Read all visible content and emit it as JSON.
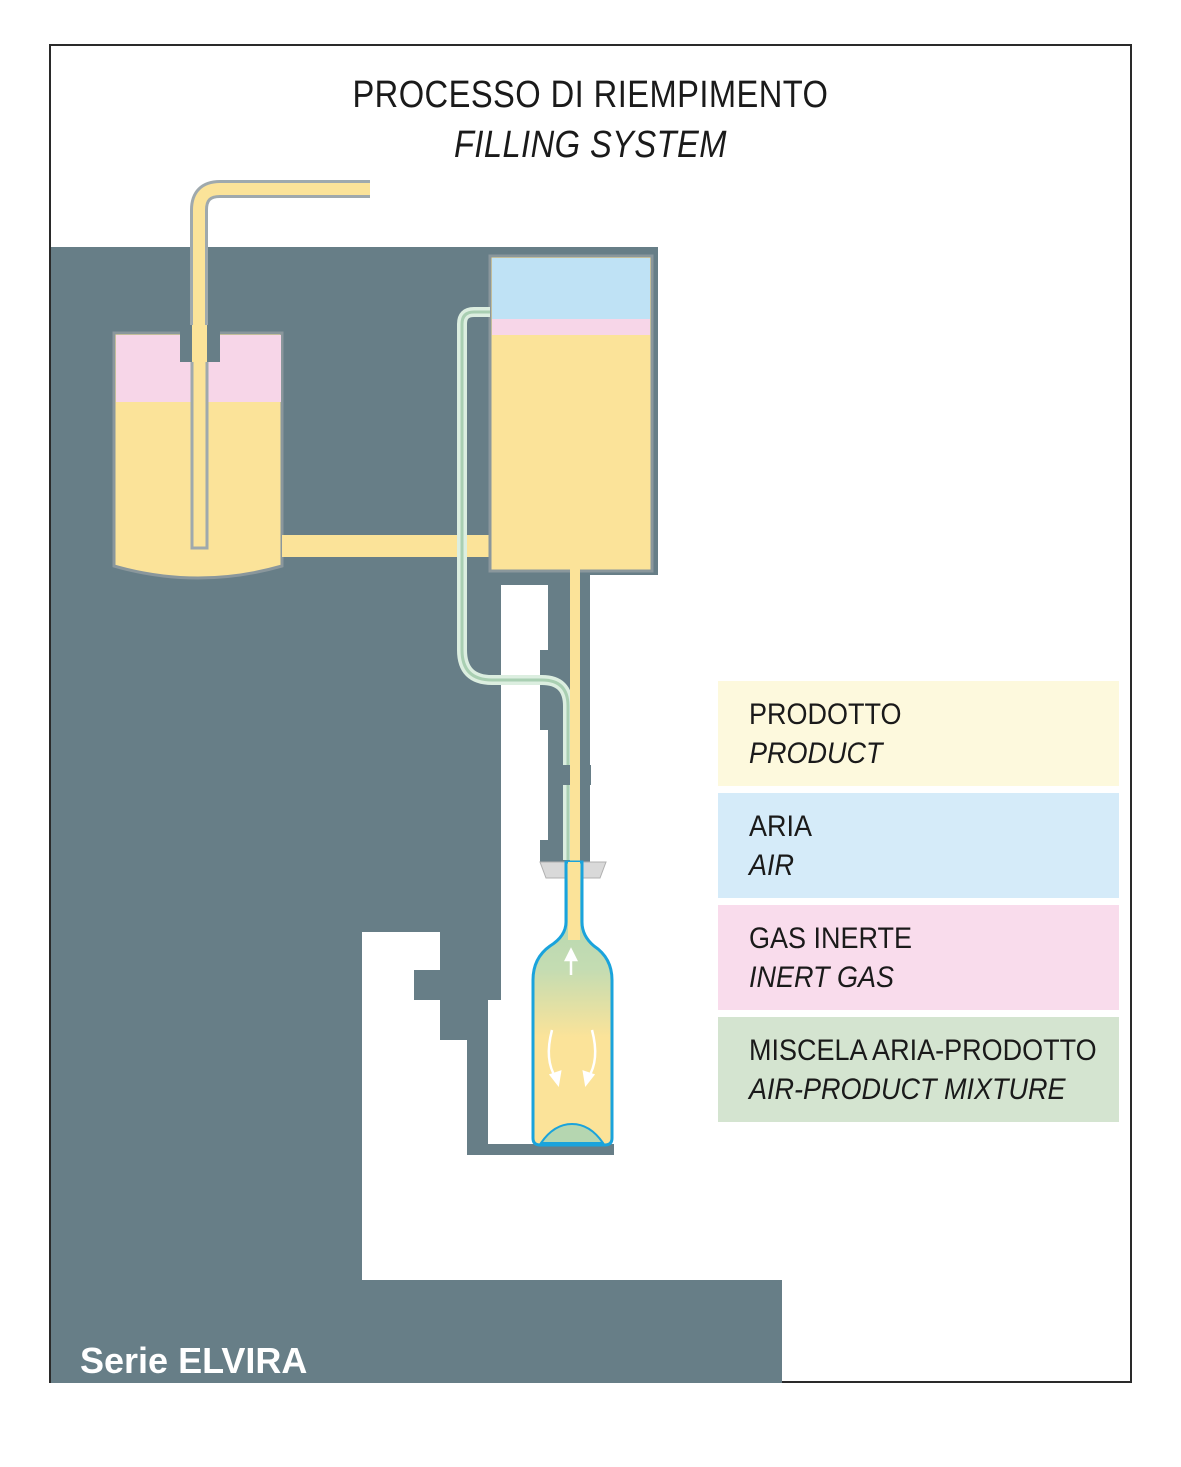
{
  "title": {
    "italian": "PROCESSO DI RIEMPIMENTO",
    "english": "FILLING SYSTEM"
  },
  "legend": [
    {
      "italian": "PRODOTTO",
      "english": "PRODUCT",
      "color": "#fdf9dd"
    },
    {
      "italian": "ARIA",
      "english": "AIR",
      "color": "#d5ebf9"
    },
    {
      "italian": "GAS INERTE",
      "english": "INERT GAS",
      "color": "#f9dcec"
    },
    {
      "italian": "MISCELA ARIA-PRODOTTO",
      "english": "AIR-PRODUCT MIXTURE",
      "color": "#d4e4d0"
    }
  ],
  "series_label": "Serie ELVIRA",
  "colors": {
    "machine": "#677e87",
    "product": "#fbe399",
    "air": "#bfe2f5",
    "inert_gas": "#f7d6e8",
    "mixture": "#b7d7b1",
    "bottle_outline": "#1aa3dc",
    "frame": "#2a2a2a"
  }
}
